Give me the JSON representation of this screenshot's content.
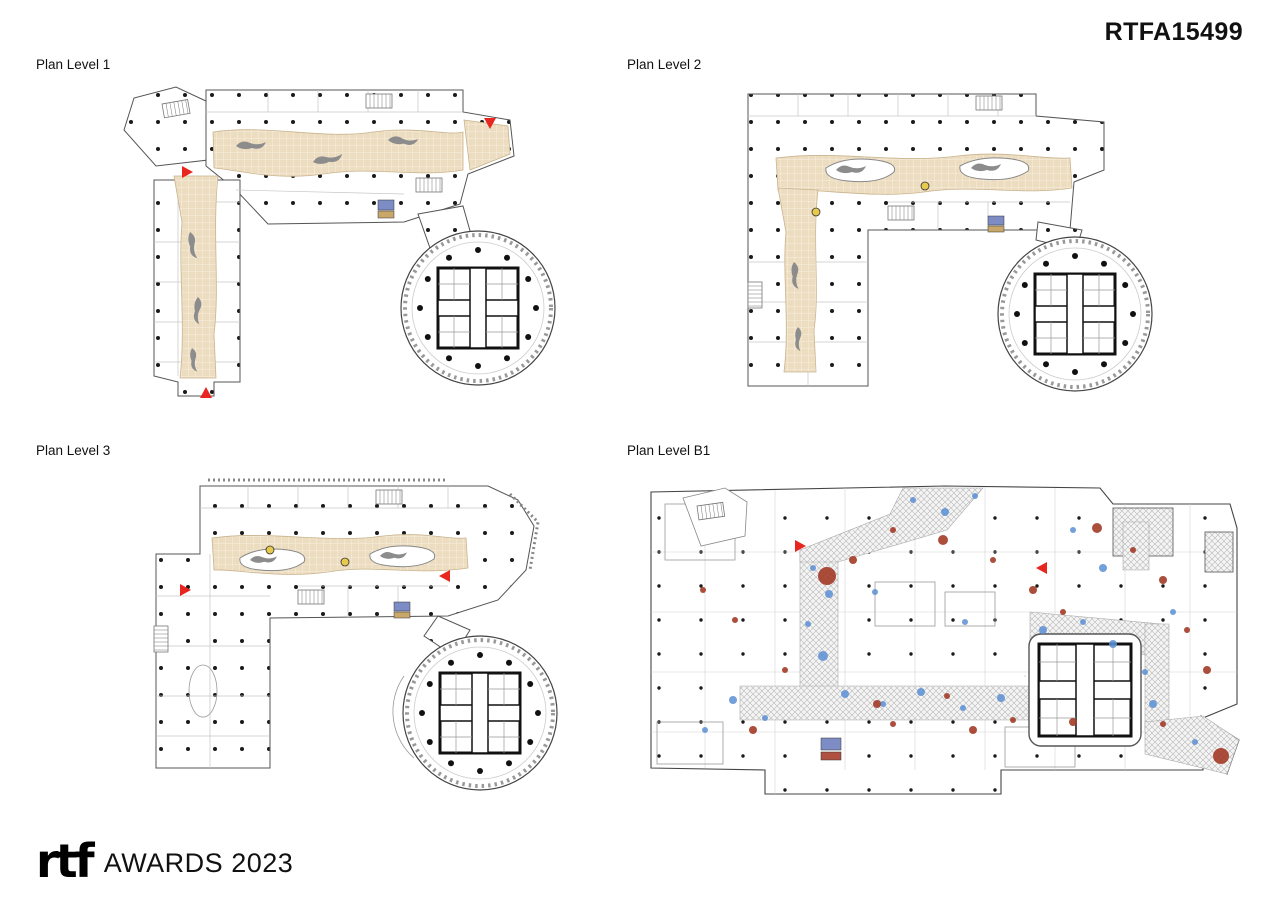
{
  "page": {
    "code": "RTFA15499"
  },
  "plans": [
    {
      "id": "level-1",
      "label": "Plan Level 1"
    },
    {
      "id": "level-2",
      "label": "Plan Level 2"
    },
    {
      "id": "level-3",
      "label": "Plan Level 3"
    },
    {
      "id": "level-b1",
      "label": "Plan Level B1"
    }
  ],
  "footer": {
    "logo_text": "rtf",
    "award_text": "AWARDS 2023"
  },
  "colors": {
    "background": "#ffffff",
    "circulation_tan": "#ecdcc0",
    "entrance_marker_red": "#e8251f",
    "scatter_dot_blue": "#5b8fd4",
    "scatter_dot_red": "#a43b28",
    "drawing_line_gray": "#555555",
    "core_wall_black": "#111111",
    "planter_gray": "#8c8c8c",
    "accent_yellow": "#e7c94d"
  },
  "icons": [
    {
      "name": "entrance-marker-icon",
      "meaning": "red triangle entry arrow"
    },
    {
      "name": "tower-core-icon",
      "meaning": "circular tower with cross service core"
    },
    {
      "name": "stair-icon",
      "meaning": "stair flight"
    }
  ]
}
